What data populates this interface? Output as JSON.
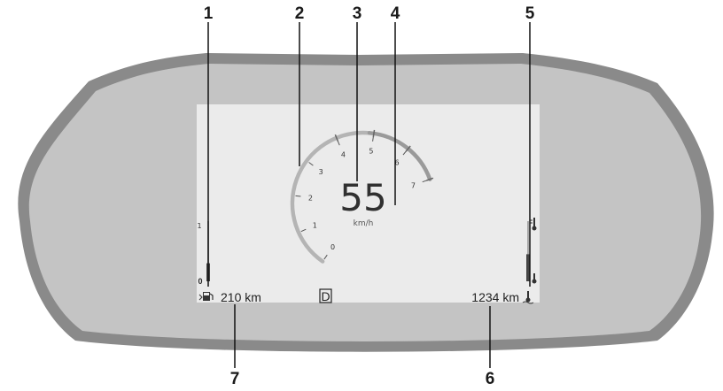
{
  "callouts": {
    "c1": "1",
    "c2": "2",
    "c3": "3",
    "c4": "4",
    "c5": "5",
    "c6": "6",
    "c7": "7"
  },
  "display": {
    "speed": "55",
    "speed_unit": "km/h",
    "gear": "D",
    "range": "210 km",
    "odometer": "1234 km",
    "fuel_gauge": {
      "top_label": "1",
      "bottom_label": "0",
      "fill_fraction": 0.3
    },
    "temp_gauge": {
      "fill_fraction": 0.45
    },
    "tach_labels": [
      "0",
      "1",
      "2",
      "3",
      "4",
      "5",
      "6",
      "7"
    ]
  },
  "icons": {
    "fuel": "fuel-pump-icon",
    "temp_top": "thermometer-icon",
    "temp_bottom": "thermometer-icon",
    "coolant": "coolant-temperature-icon"
  }
}
